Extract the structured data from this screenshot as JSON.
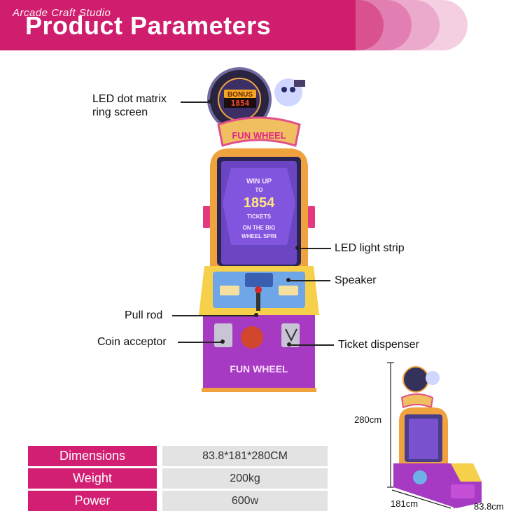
{
  "header": {
    "brand": "Arcade Craft Studio",
    "title": "Product Parameters"
  },
  "machine": {
    "bonus_label": "BONUS",
    "bonus_value": "1854",
    "marquee": "FUN WHEEL",
    "screen_lines": [
      "WIN UP",
      "TO",
      "1854",
      "TICKETS",
      "ON THE BIG",
      "WHEEL SPIN"
    ],
    "cabinet_logo": "FUN WHEEL"
  },
  "callouts": {
    "led_ring": "LED dot matrix\nring screen",
    "led_strip": "LED light strip",
    "speaker": "Speaker",
    "pull_rod": "Pull rod",
    "coin_acceptor": "Coin acceptor",
    "ticket_dispenser": "Ticket dispenser"
  },
  "params": [
    {
      "name": "Dimensions",
      "value": "83.8*181*280CM"
    },
    {
      "name": "Weight",
      "value": "200kg"
    },
    {
      "name": "Power",
      "value": "600w"
    }
  ],
  "dimensions": {
    "height": "280cm",
    "width": "181cm",
    "depth": "83.8cm"
  },
  "colors": {
    "banner": "#d01e6e",
    "param_name_bg": "#d21f73",
    "param_value_bg": "#e3e3e3",
    "cabinet_purple": "#a63ac2",
    "cabinet_orange": "#f1a038"
  }
}
